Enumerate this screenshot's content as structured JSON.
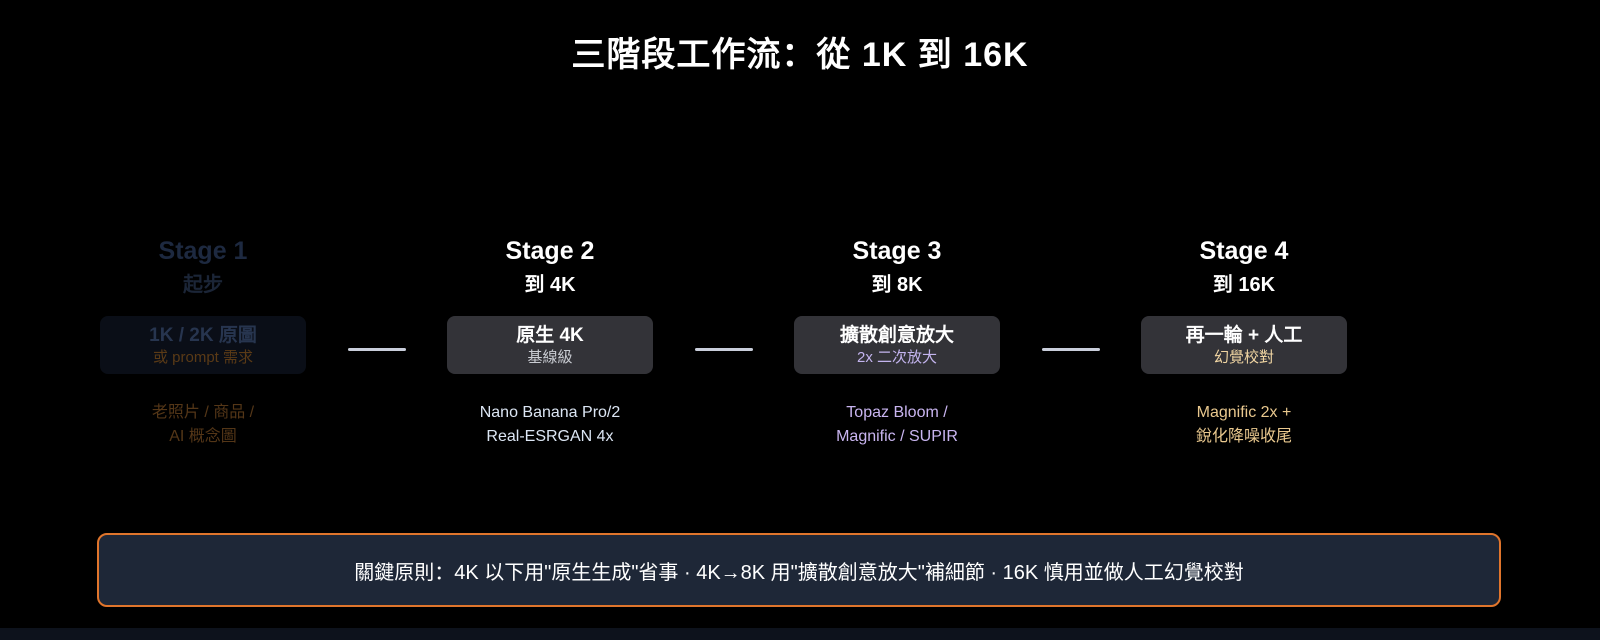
{
  "title": "三階段工作流：從 1K 到 16K",
  "stages": [
    {
      "name": "Stage 1",
      "subtitle": "起步",
      "box_line1": "1K / 2K 原圖",
      "box_line2": "或 prompt 需求",
      "tools_line1": "老照片 / 商品 /",
      "tools_line2": "AI 概念圖",
      "dimmed": true
    },
    {
      "name": "Stage 2",
      "subtitle": "到 4K",
      "box_line1": "原生 4K",
      "box_line2": "基線級",
      "tools_line1": "Nano Banana Pro/2",
      "tools_line2": "Real-ESRGAN 4x",
      "dimmed": false
    },
    {
      "name": "Stage 3",
      "subtitle": "到 8K",
      "box_line1": "擴散創意放大",
      "box_line2": "2x 二次放大",
      "tools_line1": "Topaz Bloom /",
      "tools_line2": "Magnific / SUPIR",
      "dimmed": false
    },
    {
      "name": "Stage 4",
      "subtitle": "到 16K",
      "box_line1": "再一輪 + 人工",
      "box_line2": "幻覺校對",
      "tools_line1": "Magnific 2x +",
      "tools_line2": "銳化降噪收尾",
      "dimmed": false
    }
  ],
  "principle": "關鍵原則：4K 以下用\"原生生成\"省事 · 4K→8K 用\"擴散創意放大\"補細節 · 16K 慎用並做人工幻覺校對",
  "colors": {
    "background": "#000000",
    "box_background": "#333338",
    "connector": "#c9cedb",
    "banner_background": "#1e2737",
    "banner_border": "#e0752c",
    "stage2_accent": "#dce6f4",
    "stage3_accent": "#c9b5f0",
    "stage4_accent": "#e9c88e"
  }
}
